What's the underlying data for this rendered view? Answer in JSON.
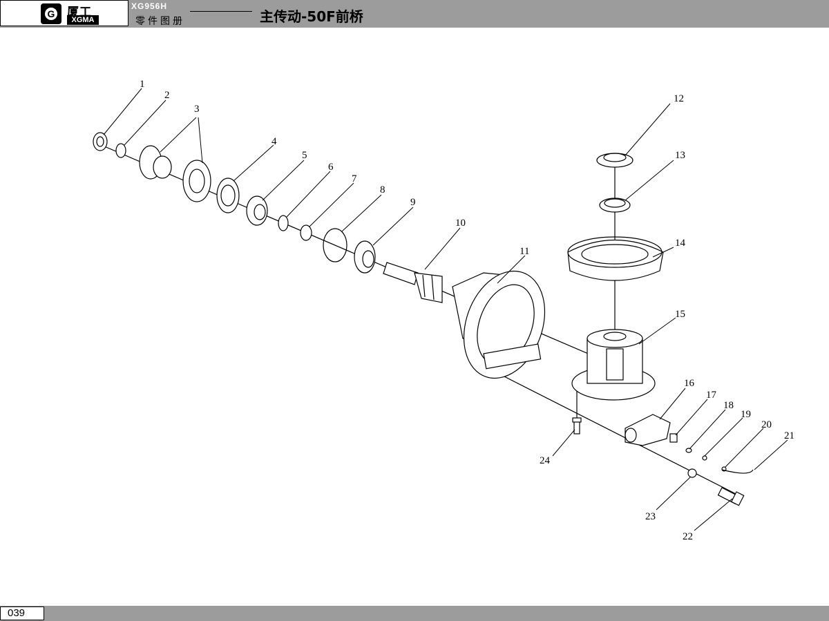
{
  "header": {
    "logo_cn": "厦工",
    "logo_en": "XGMA",
    "model": "XG956H",
    "catalog": "零件图册",
    "title": "主传动-50F前桥"
  },
  "footer": {
    "page_number": "039"
  },
  "callouts": [
    "1",
    "2",
    "3",
    "4",
    "5",
    "6",
    "7",
    "8",
    "9",
    "10",
    "11",
    "12",
    "13",
    "14",
    "15",
    "16",
    "17",
    "18",
    "19",
    "20",
    "21",
    "22",
    "23",
    "24"
  ],
  "colors": {
    "bar": "#9c9c9c",
    "ink": "#000000",
    "paper": "#ffffff"
  }
}
